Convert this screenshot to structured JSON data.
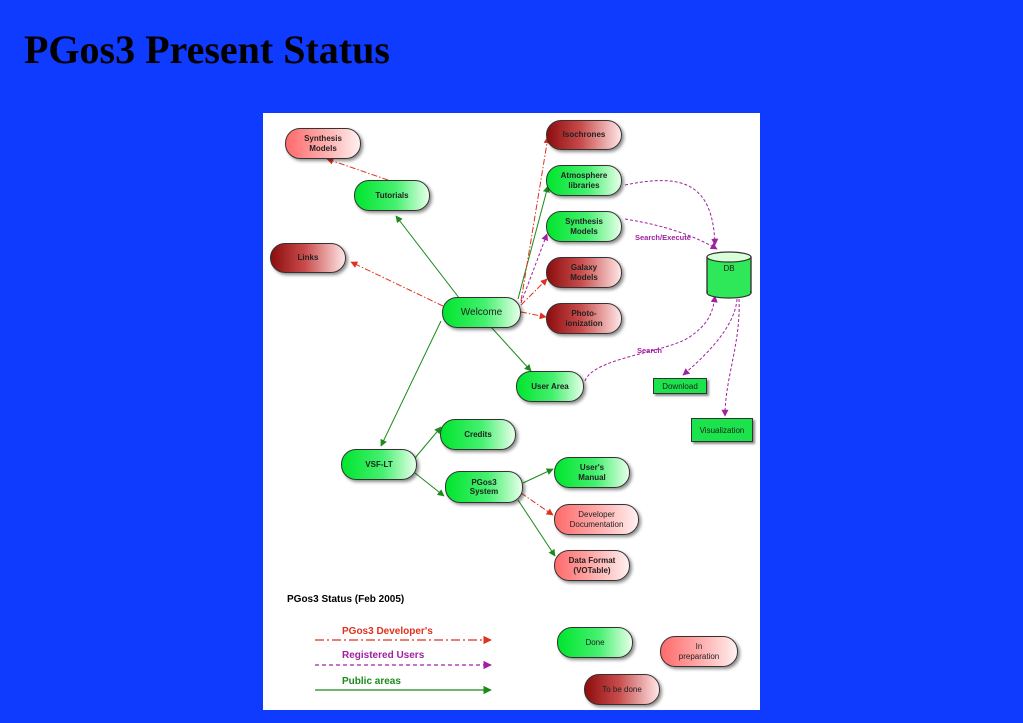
{
  "title": "PGos3 Present Status",
  "nodes": {
    "synthesis_models_top": "Synthesis\nModels",
    "isochrones": "Isochrones",
    "atmosphere_libraries": "Atmosphere\nlibraries",
    "tutorials": "Tutorials",
    "synthesis_models": "Synthesis\nModels",
    "links": "Links",
    "galaxy_models": "Galaxy\nModels",
    "welcome": "Welcome",
    "photo_ionization": "Photo-\nionization",
    "user_area": "User Area",
    "db": "DB",
    "download": "Download",
    "visualization": "Visualization",
    "credits": "Credits",
    "vsf_lt": "VSF-LT",
    "pgos3_system": "PGos3\nSystem",
    "users_manual": "User's\nManual",
    "developer_documentation": "Developer\nDocumentation",
    "data_format": "Data Format\n(VOTable)"
  },
  "edge_labels": {
    "search_execute": "Search/Execute",
    "search": "Search"
  },
  "legend": {
    "title": "PGos3 Status (Feb 2005)",
    "developers": "PGos3 Developer's",
    "registered": "Registered Users",
    "public": "Public areas",
    "done": "Done",
    "in_preparation": "In\npreparation",
    "to_be_done": "To be done"
  },
  "colors": {
    "background": "#0f3bff",
    "public_line": "#1a8a1a",
    "developer_line": "#e0301e",
    "registered_line": "#a020a0"
  }
}
